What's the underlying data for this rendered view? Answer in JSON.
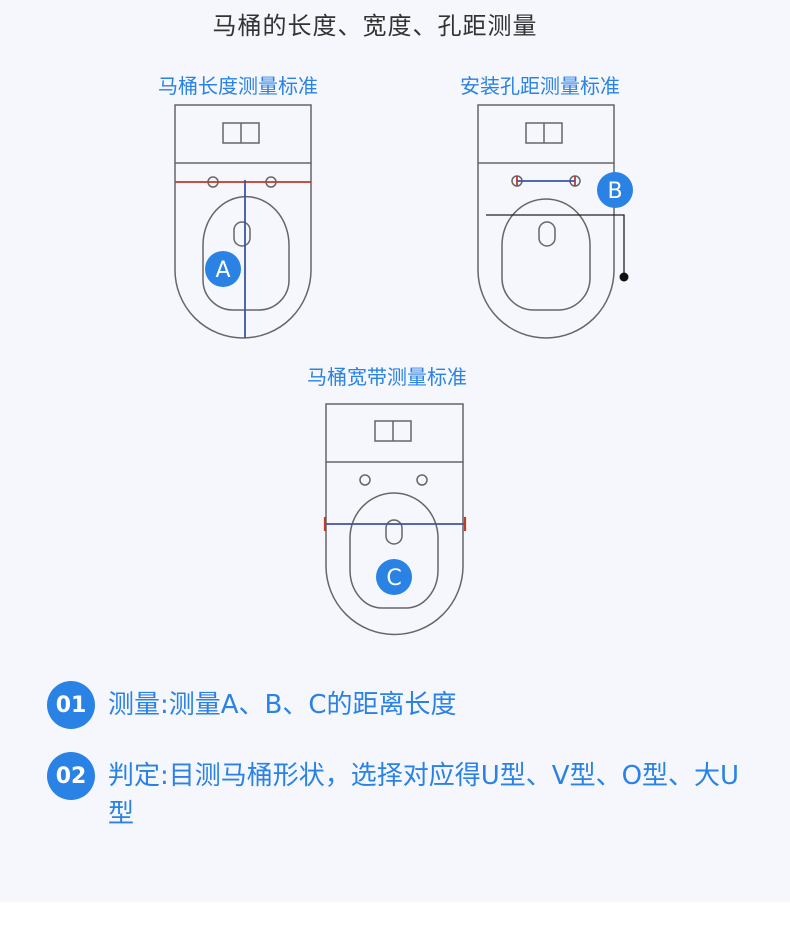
{
  "title": "马桶的长度、宽度、孔距测量",
  "figures": {
    "length": {
      "caption": "马桶长度测量标准",
      "marker": "A"
    },
    "hole_distance": {
      "caption": "安装孔距测量标准",
      "marker": "B"
    },
    "width": {
      "caption": "马桶宽带测量标准",
      "marker": "C"
    }
  },
  "steps": [
    {
      "number": "01",
      "text": "测量:测量A、B、C的距离长度"
    },
    {
      "number": "02",
      "text": "判定:目测马桶形状，选择对应得U型、V型、O型、大U型"
    }
  ],
  "colors": {
    "accent": "#2a82e4",
    "outline": "#666666",
    "line_red": "#c0392b",
    "line_blue": "#3a55a8"
  }
}
